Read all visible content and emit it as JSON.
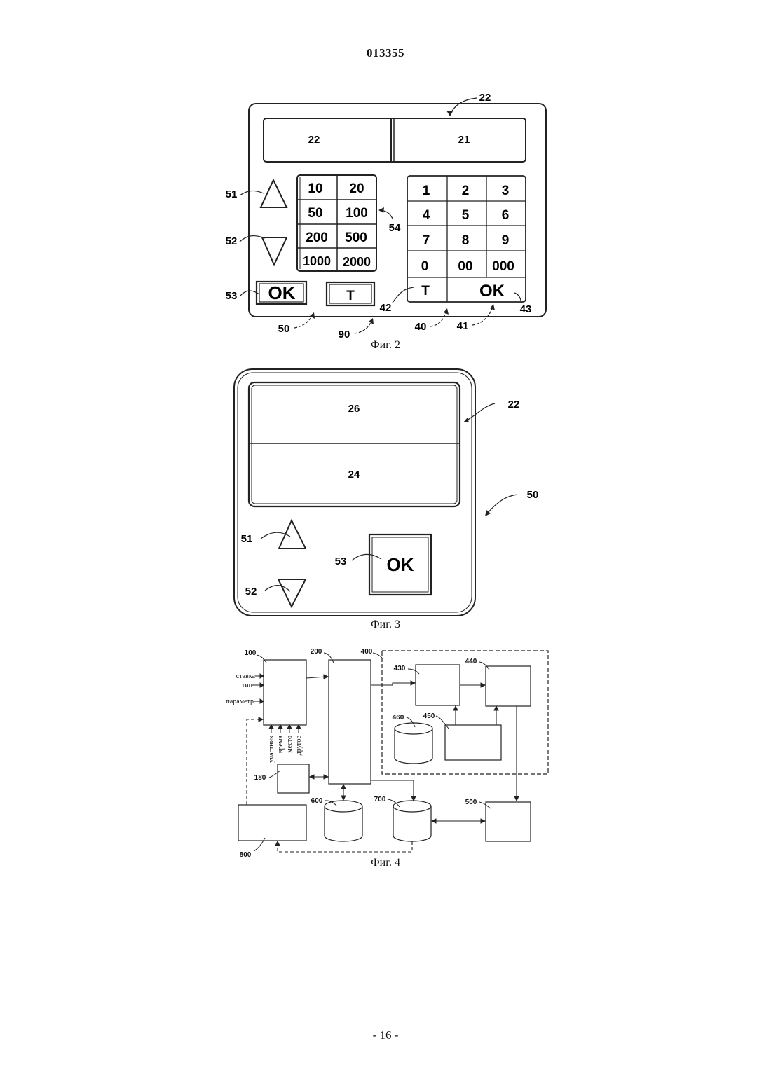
{
  "header": {
    "page_number": "013355"
  },
  "footer": {
    "page_label": "- 16 -"
  },
  "fig2": {
    "caption": "Фиг. 2",
    "display": {
      "left": "22",
      "right": "21"
    },
    "ref_display": "22",
    "amount_keys": [
      "10",
      "20",
      "50",
      "100",
      "200",
      "500",
      "1000",
      "2000"
    ],
    "numpad_keys": [
      "1",
      "2",
      "3",
      "4",
      "5",
      "6",
      "7",
      "8",
      "9",
      "0",
      "00",
      "000"
    ],
    "numpad_t": "T",
    "numpad_ok": "OK",
    "ok_button": "OK",
    "t_button": "T",
    "refs": {
      "up": "51",
      "down": "52",
      "ok": "53",
      "amounts": "54",
      "panel": "50",
      "device": "90",
      "numpad": "40",
      "numpad_ok_ref": "41",
      "numpad_t_ref": "42",
      "numpad_corner": "43"
    }
  },
  "fig3": {
    "caption": "Фиг. 3",
    "top_area": "26",
    "bottom_area": "24",
    "ok_button": "OK",
    "refs": {
      "display": "22",
      "device": "50",
      "up": "51",
      "down": "52",
      "ok": "53"
    }
  },
  "fig4": {
    "caption": "Фиг. 4",
    "blocks": [
      "100",
      "200",
      "400",
      "430",
      "440",
      "450",
      "460",
      "180",
      "600",
      "700",
      "500",
      "800"
    ],
    "inputs_left": [
      "ставка",
      "тип",
      "параметр"
    ],
    "inputs_bottom": [
      "участник",
      "время",
      "место",
      "другое"
    ]
  }
}
